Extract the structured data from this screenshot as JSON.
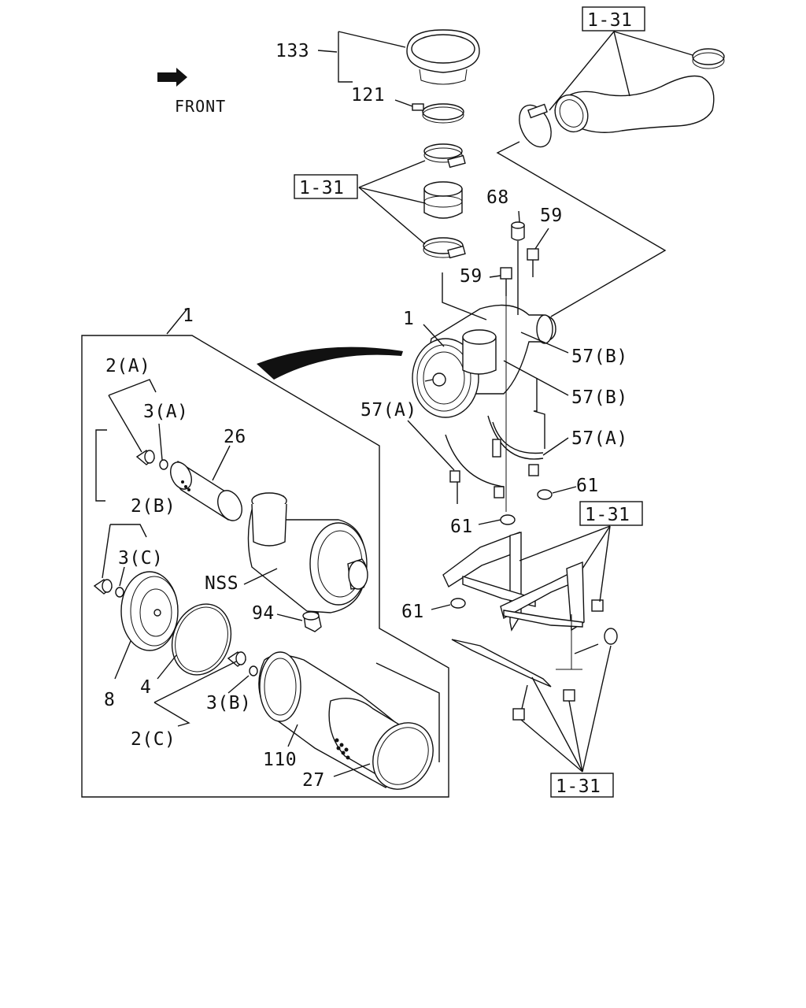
{
  "direction_label": "FRONT",
  "reference_labels": [
    "1-31",
    "1-31",
    "1-31",
    "1-31"
  ],
  "part_numbers": {
    "p133": "133",
    "p121": "121",
    "p68": "68",
    "p59_a": "59",
    "p59_b": "59",
    "p1_assembly": "1",
    "p1_box": "1",
    "p57b_a": "57(B)",
    "p57b_b": "57(B)",
    "p57a_a": "57(A)",
    "p57a_b": "57(A)",
    "p61_a": "61",
    "p61_b": "61",
    "p61_c": "61",
    "p2a": "2(A)",
    "p3a": "3(A)",
    "p26": "26",
    "p2b": "2(B)",
    "p3c": "3(C)",
    "pNSS": "NSS",
    "p94": "94",
    "p8": "8",
    "p4": "4",
    "p3b": "3(B)",
    "p2c": "2(C)",
    "p110": "110",
    "p27": "27"
  }
}
